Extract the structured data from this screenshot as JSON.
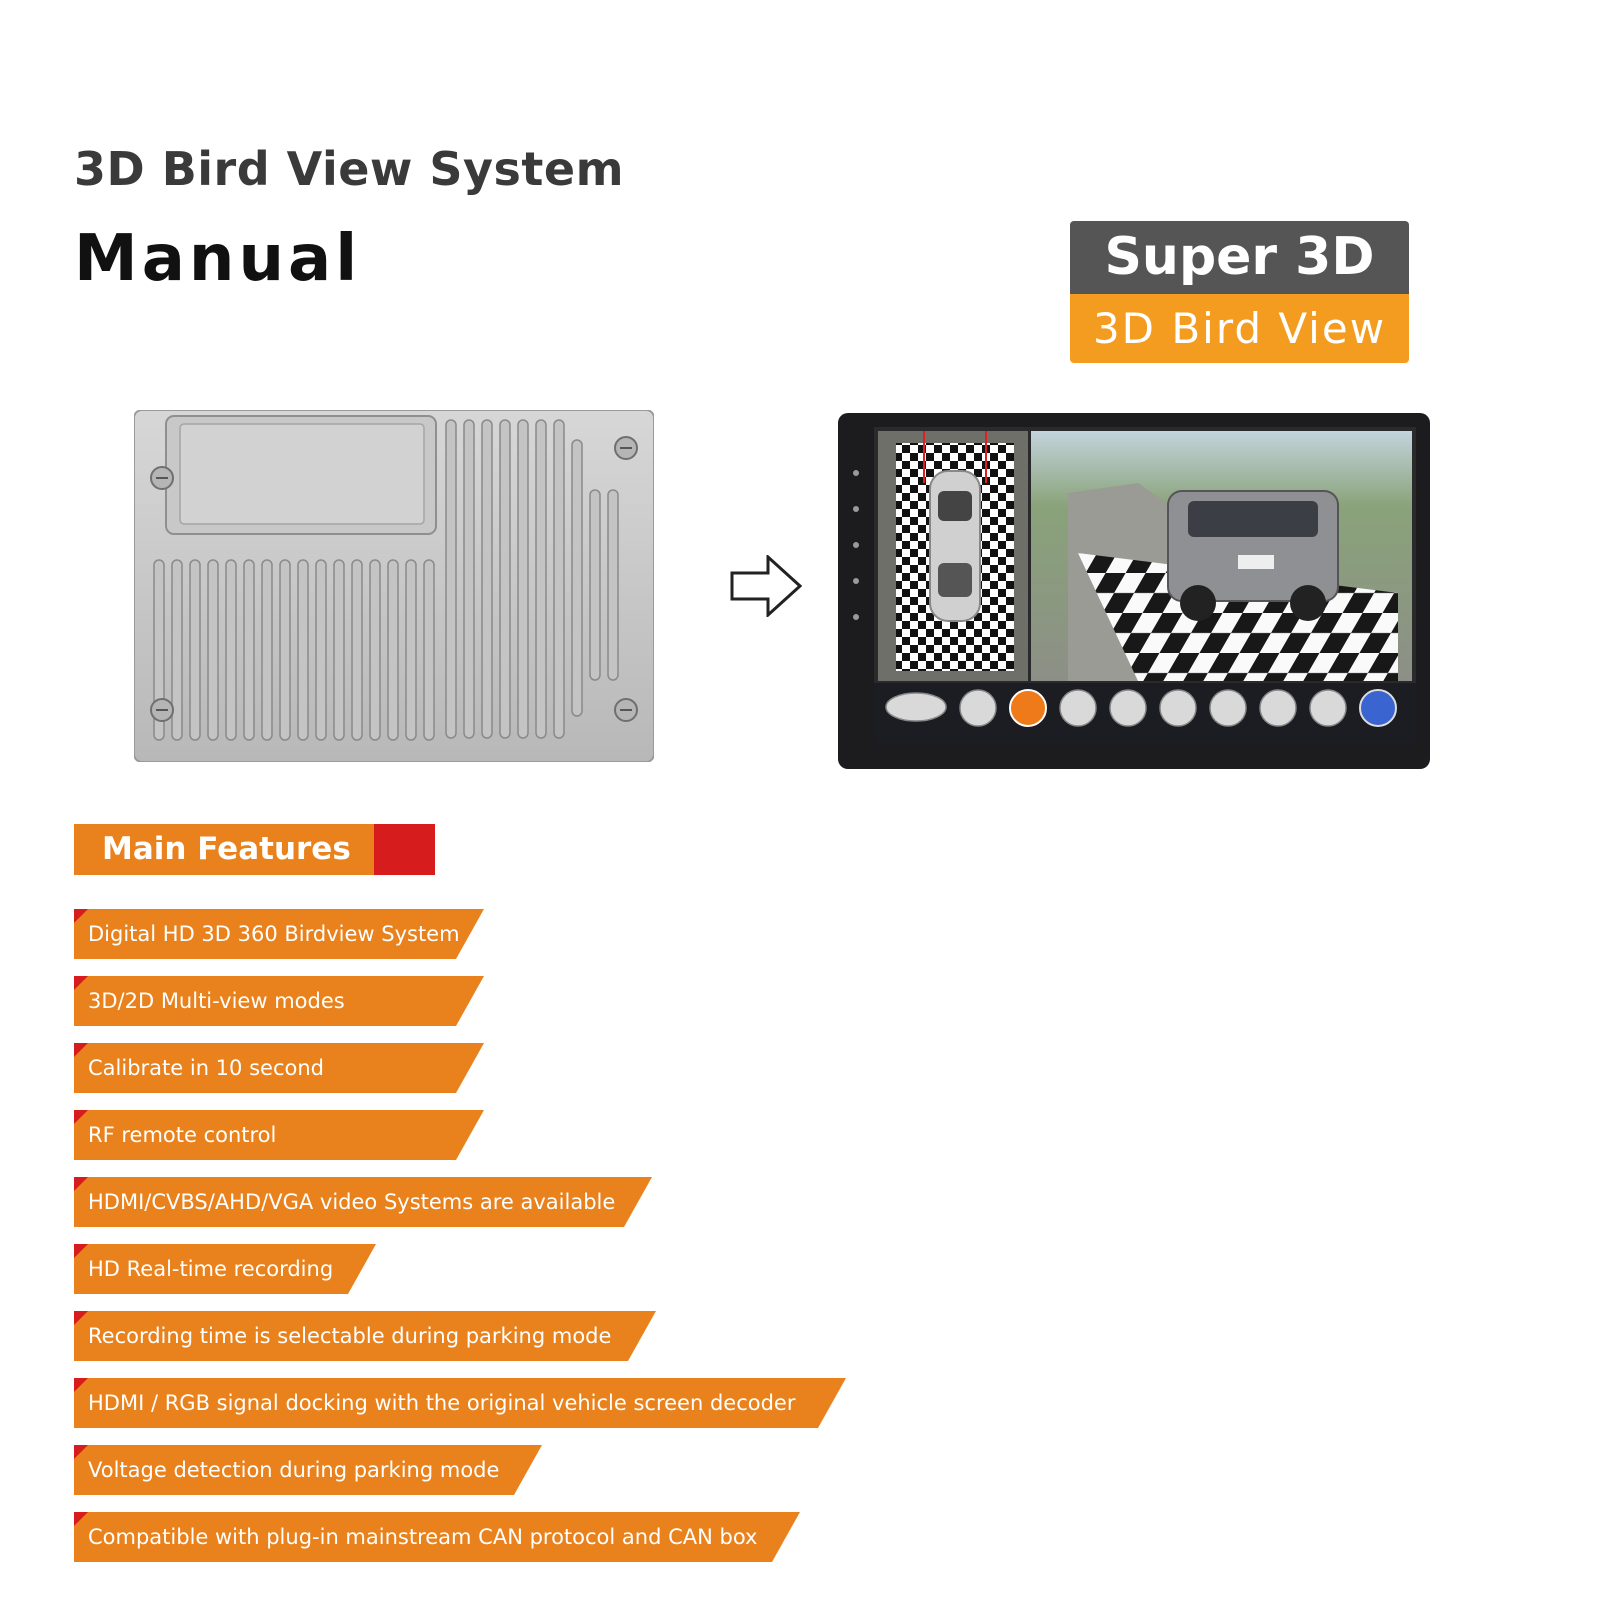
{
  "header": {
    "title_line1": "3D Bird View System",
    "title_line2": "Manual"
  },
  "badge": {
    "top": "Super 3D",
    "bottom": "3D Bird View"
  },
  "section": {
    "title": "Main Features"
  },
  "features": [
    "Digital HD 3D 360 Birdview System",
    "3D/2D Multi-view modes",
    "Calibrate  in  10 second",
    "RF remote control",
    "HDMI/CVBS/AHD/VGA video Systems are available",
    "HD Real-time recording",
    "Recording time is selectable during parking mode",
    "HDMI / RGB signal docking with the original vehicle screen decoder",
    "Voltage detection during parking mode",
    "Compatible with plug-in mainstream CAN protocol and CAN box"
  ],
  "colors": {
    "orange": "#e9821c",
    "red": "#d61c1c",
    "badge_gray": "#555555",
    "badge_orange": "#f39c1f"
  }
}
